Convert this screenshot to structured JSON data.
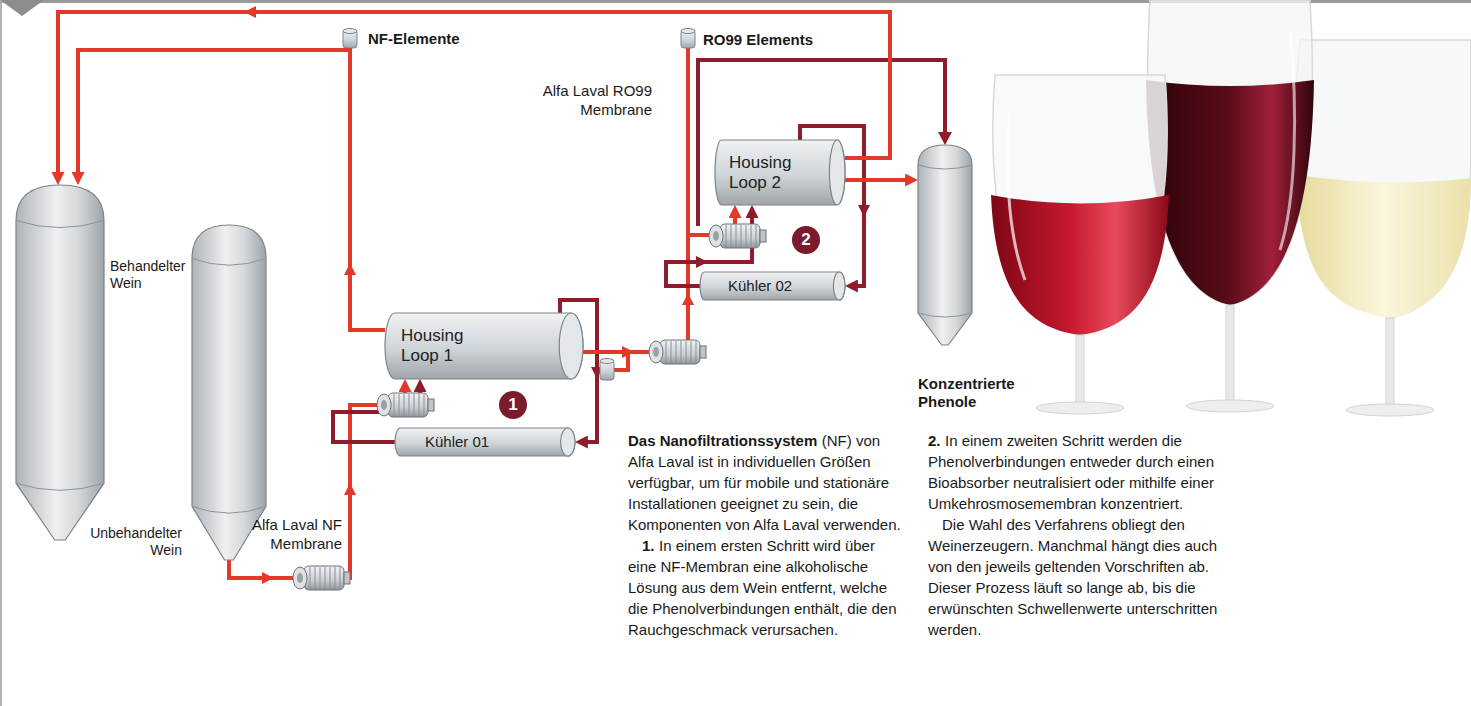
{
  "diagram": {
    "nodes": [
      {
        "text": [
          "Behandelter Wein"
        ]
      },
      {
        "text": [
          "Unbehandelter Wein"
        ]
      },
      {
        "text": [
          "Housing Loop 1"
        ]
      },
      {
        "text": [
          "Kühler 01"
        ]
      },
      {
        "text": [
          "Housing Loop 2"
        ]
      },
      {
        "text": [
          "Kühler 02"
        ]
      },
      {
        "text": [
          "Konzentrierte Phenole"
        ]
      }
    ],
    "edges": [
      {
        "from": 1,
        "to": 2,
        "arrow": "to"
      },
      {
        "from": 2,
        "to": 3,
        "arrow": "to"
      },
      {
        "from": 3,
        "to": 2,
        "arrow": "to"
      },
      {
        "from": 2,
        "to": 0,
        "arrow": "to"
      },
      {
        "from": 2,
        "to": 4,
        "arrow": "to"
      },
      {
        "from": 4,
        "to": 5,
        "arrow": "to"
      },
      {
        "from": 5,
        "to": 4,
        "arrow": "to"
      },
      {
        "from": 4,
        "to": 6,
        "arrow": "to"
      },
      {
        "from": 4,
        "to": 0,
        "arrow": "to"
      }
    ],
    "labels": [
      "NF-Elemente",
      "RO99 Elements",
      "Alfa Laval RO99 Membrane",
      "Alfa Laval NF Membrane",
      "1",
      "2",
      "Das Nanofiltrationssystem",
      "(NF) von Alfa Laval ist in individuellen Größen verfügbar, um für mobile und stationäre Installationen geeignet zu sein, die Komponenten von Alfa Laval verwenden.",
      "1.",
      "In einem ersten Schritt wird über eine NF-Membran eine alkoholische Lösung aus dem Wein entfernt, welche die Phenolverbindungen enthält, die den Rauchgeschmack verursachen.",
      "2.",
      "In einem zweiten Schritt werden die Phenolverbindungen entweder durch einen Bioabsorber neutralisiert oder mithilfe einer Umkehrosmosemembran konzentriert.",
      "Die Wahl des Verfahrens obliegt den Weinerzeugern. Manchmal hängt dies auch von den jeweils geltenden Vorschriften ab. Dieser Prozess läuft so lange ab, bis die erwünschten Schwellenwerte unterschritten werden."
    ]
  }
}
